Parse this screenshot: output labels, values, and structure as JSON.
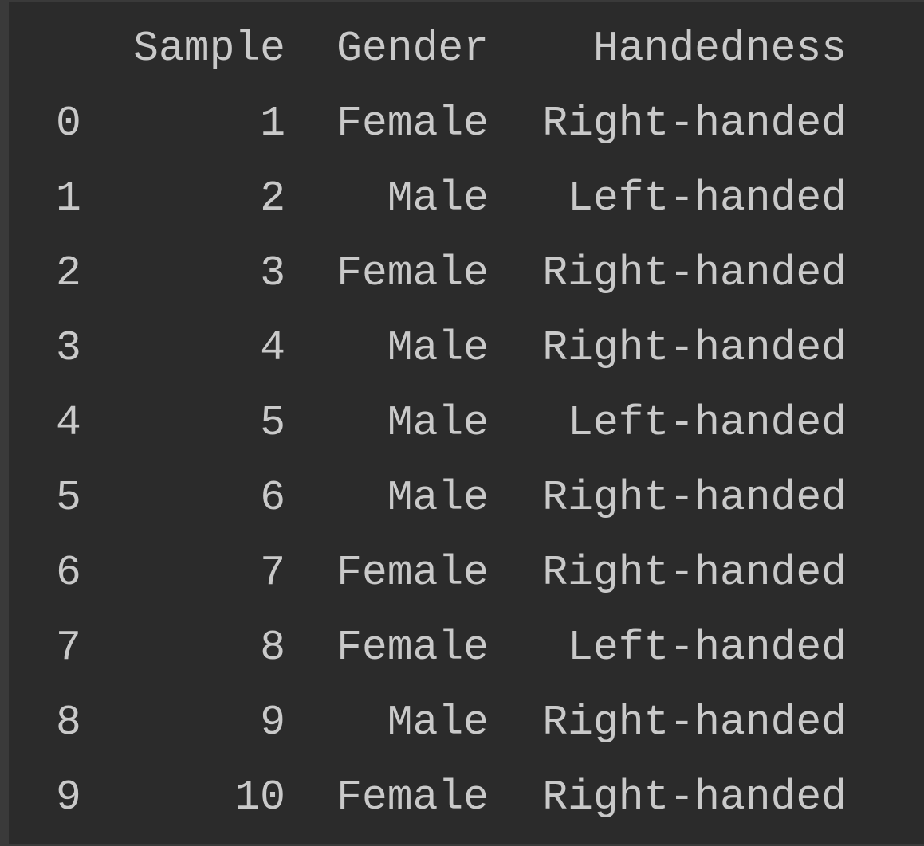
{
  "table": {
    "columns": [
      "Sample",
      "Gender",
      "Handedness"
    ],
    "rows": [
      {
        "index": "0",
        "sample": "1",
        "gender": "Female",
        "handedness": "Right-handed"
      },
      {
        "index": "1",
        "sample": "2",
        "gender": "Male",
        "handedness": "Left-handed"
      },
      {
        "index": "2",
        "sample": "3",
        "gender": "Female",
        "handedness": "Right-handed"
      },
      {
        "index": "3",
        "sample": "4",
        "gender": "Male",
        "handedness": "Right-handed"
      },
      {
        "index": "4",
        "sample": "5",
        "gender": "Male",
        "handedness": "Left-handed"
      },
      {
        "index": "5",
        "sample": "6",
        "gender": "Male",
        "handedness": "Right-handed"
      },
      {
        "index": "6",
        "sample": "7",
        "gender": "Female",
        "handedness": "Right-handed"
      },
      {
        "index": "7",
        "sample": "8",
        "gender": "Female",
        "handedness": "Left-handed"
      },
      {
        "index": "8",
        "sample": "9",
        "gender": "Male",
        "handedness": "Right-handed"
      },
      {
        "index": "9",
        "sample": "10",
        "gender": "Female",
        "handedness": "Right-handed"
      }
    ]
  }
}
